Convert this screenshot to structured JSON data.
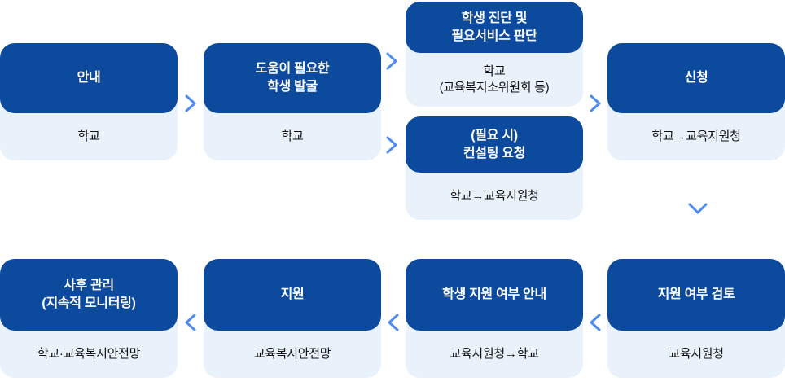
{
  "colors": {
    "step_box": "#0c4a9e",
    "card_background": "#e9f1fb",
    "arrow": "#4e8cf0",
    "title_text": "#ffffff",
    "sub_text": "#111111"
  },
  "flow": {
    "cards": [
      {
        "id": "guide",
        "title": "안내",
        "sub": "학교"
      },
      {
        "id": "discover",
        "title": "도움이 필요한\n학생 발굴",
        "sub": "학교"
      },
      {
        "id": "diagnose",
        "title": "학생 진단 및\n필요서비스 판단",
        "sub": "학교\n(교육복지소위원회 등)"
      },
      {
        "id": "consulting",
        "title": "(필요 시)\n컨설팅 요청",
        "sub": "학교→교육지원청"
      },
      {
        "id": "apply",
        "title": "신청",
        "sub": "학교→교육지원청"
      },
      {
        "id": "review",
        "title": "지원 여부 검토",
        "sub": "교육지원청"
      },
      {
        "id": "notify",
        "title": "학생 지원 여부 안내",
        "sub": "교육지원청→학교"
      },
      {
        "id": "support",
        "title": "지원",
        "sub": "교육복지안전망"
      },
      {
        "id": "aftercare",
        "title": "사후 관리\n(지속적 모니터링)",
        "sub": "학교·교육복지안전망"
      }
    ]
  }
}
